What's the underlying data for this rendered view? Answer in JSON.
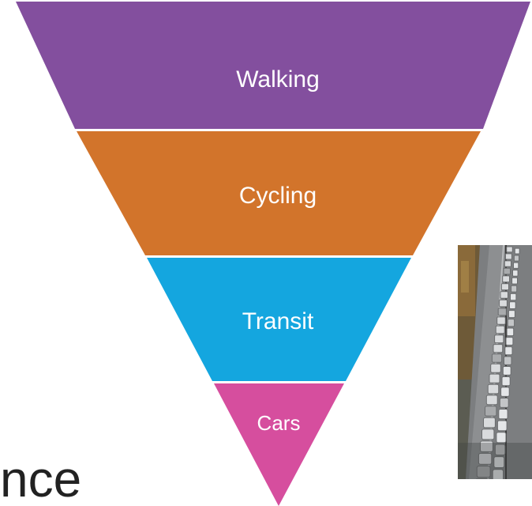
{
  "pyramid": {
    "tiers": [
      {
        "label": "Walking",
        "color": "#834F9E"
      },
      {
        "label": "Cycling",
        "color": "#D2742B"
      },
      {
        "label": "Transit",
        "color": "#14A6DF"
      },
      {
        "label": "Cars",
        "color": "#D64E9E"
      }
    ]
  },
  "trailing_text": "nce",
  "photo": {
    "subject": "traffic-jam-photo"
  }
}
